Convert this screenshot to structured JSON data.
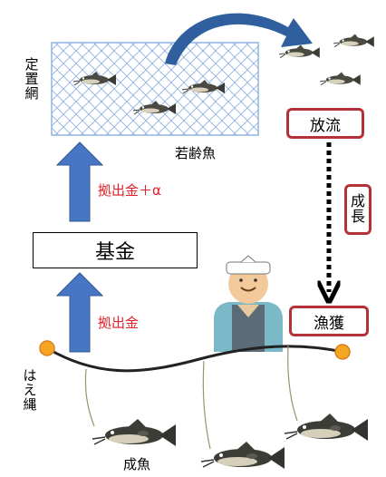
{
  "net": {
    "label_chars": [
      "定",
      "置",
      "網"
    ]
  },
  "young_fish_label": "若齢魚",
  "release_label": "放流",
  "growth_chars": [
    "成",
    "長"
  ],
  "catch_label": "漁獲",
  "fund_label": "基金",
  "contribution_upper": "拠出金＋α",
  "contribution_lower": "拠出金",
  "longline": {
    "label_chars": [
      "は",
      "え",
      "縄"
    ]
  },
  "adult_fish_label": "成魚",
  "colors": {
    "arrow_blue": "#4676c4",
    "red_text": "#e0202a",
    "box_red": "#b3323a",
    "net_line": "#8fb3e0",
    "dotted": "#000000"
  }
}
